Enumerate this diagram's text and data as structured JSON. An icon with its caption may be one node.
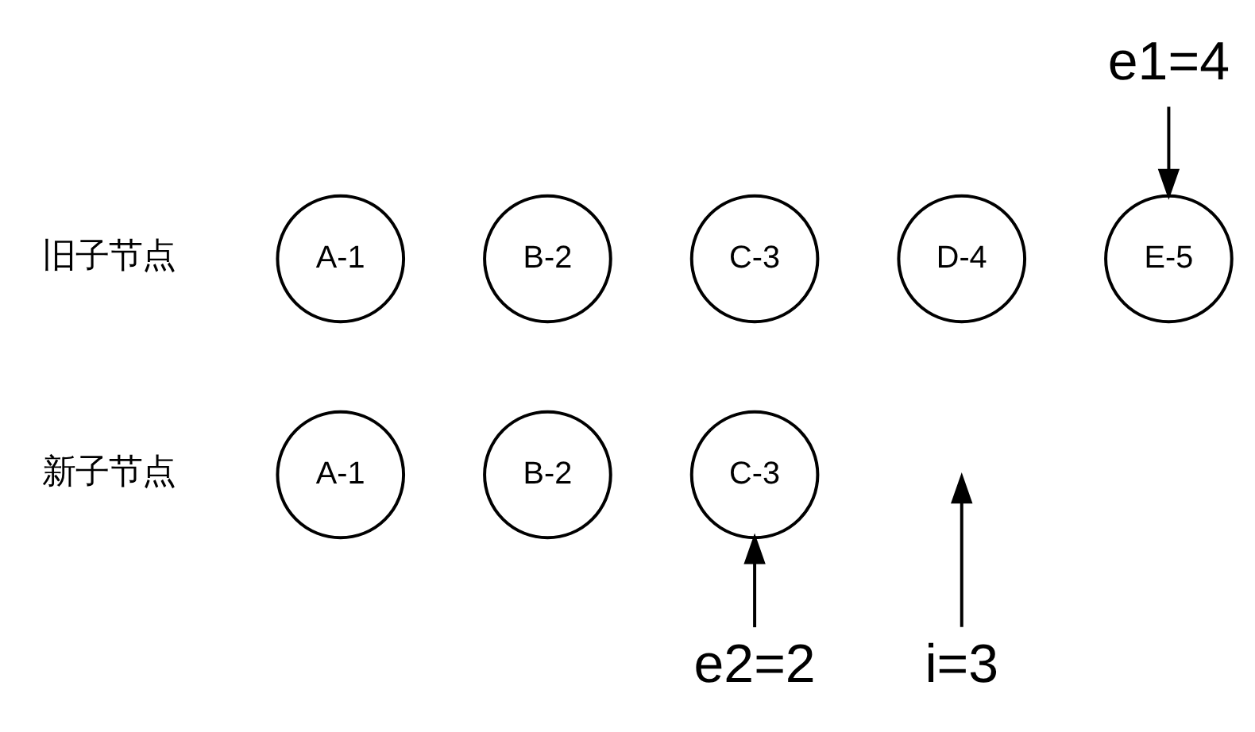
{
  "diagram": {
    "nodes": [
      {
        "text": [
          "e1=4"
        ]
      },
      {
        "text": [
          "A-1"
        ]
      },
      {
        "text": [
          "B-2"
        ]
      },
      {
        "text": [
          "C-3"
        ]
      },
      {
        "text": [
          "D-4"
        ]
      },
      {
        "text": [
          "E-5"
        ]
      },
      {
        "text": [
          "A-1"
        ]
      },
      {
        "text": [
          "B-2"
        ]
      },
      {
        "text": [
          "C-3"
        ]
      },
      {
        "text": [
          "e2=2"
        ]
      },
      {
        "text": [
          "i=3"
        ]
      }
    ],
    "edges": [
      {
        "from": 0,
        "to": 5,
        "arrow": "to"
      },
      {
        "from": 9,
        "to": 8,
        "arrow": "to"
      },
      {
        "from": 10,
        "to": null,
        "arrow": "to"
      }
    ],
    "labels": [
      "旧子节点",
      "新子节点"
    ]
  }
}
